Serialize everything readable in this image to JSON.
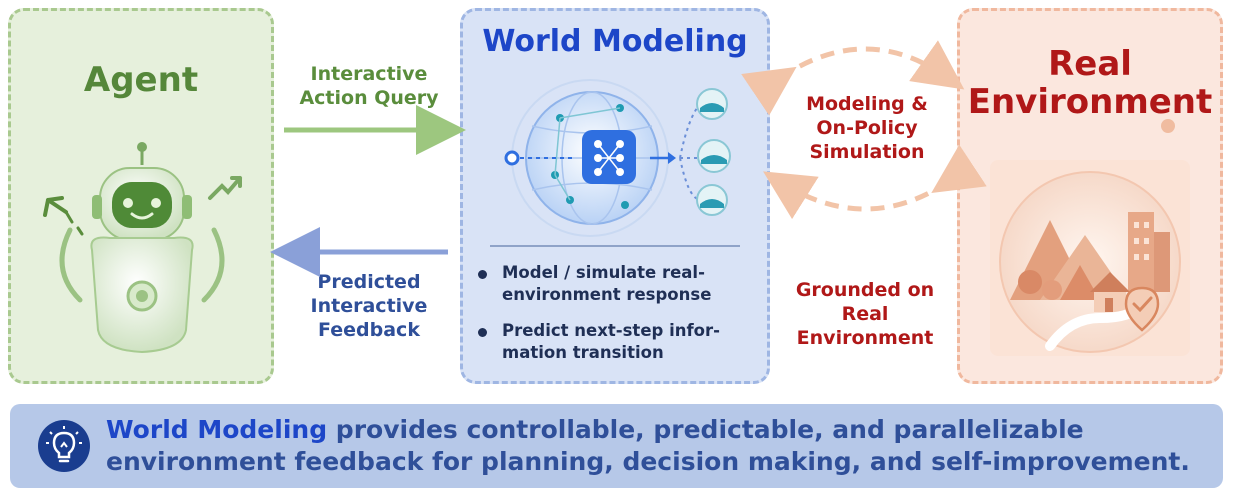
{
  "agent": {
    "title": "Agent"
  },
  "world_modeling": {
    "title": "World Modeling",
    "bullets": [
      "Model / simulate real-\nenvironment response",
      "Predict next-step infor-\nmation transition"
    ]
  },
  "environment": {
    "title": "Real\nEnvironment"
  },
  "edges": {
    "query": "Interactive\nAction Query",
    "feedback": "Predicted\nInteractive\nFeedback",
    "modeling": "Modeling &\nOn-Policy\nSimulation",
    "grounded": "Grounded on\nReal\nEnvironment"
  },
  "banner": {
    "highlight": "World Modeling",
    "text": " provides controllable, predictable, and parallelizable environment feedback for planning, decision making, and self-improvement."
  },
  "icons": [
    "robot-icon",
    "globe-network-icon",
    "landscape-icon",
    "lightbulb-icon",
    "location-check-icon"
  ],
  "colors": {
    "agent": "#55873a",
    "world_modeling": "#1d46c8",
    "environment": "#b01818",
    "feedback": "#2f4f99"
  }
}
